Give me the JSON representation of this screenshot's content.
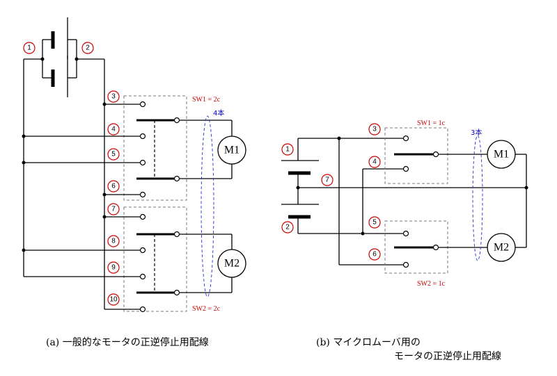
{
  "left": {
    "terminals": [
      "1",
      "2",
      "3",
      "4",
      "5",
      "6",
      "7",
      "8",
      "9",
      "10"
    ],
    "sw1_label": "SW1 = 2c",
    "sw2_label": "SW2 = 2c",
    "wire_count": "4本",
    "motor1": "M1",
    "motor2": "M2",
    "caption": "(a)  一般的なモータの正逆停止用配線"
  },
  "right": {
    "terminals": [
      "1",
      "2",
      "3",
      "4",
      "5",
      "6",
      "7"
    ],
    "sw1_label": "SW1 = 1c",
    "sw2_label": "SW2 = 1c",
    "wire_count": "3本",
    "motor1": "M1",
    "motor2": "M2",
    "caption_line1": "(b)  マイクロムーバ用の",
    "caption_line2": "モータの正逆停止用配線"
  }
}
